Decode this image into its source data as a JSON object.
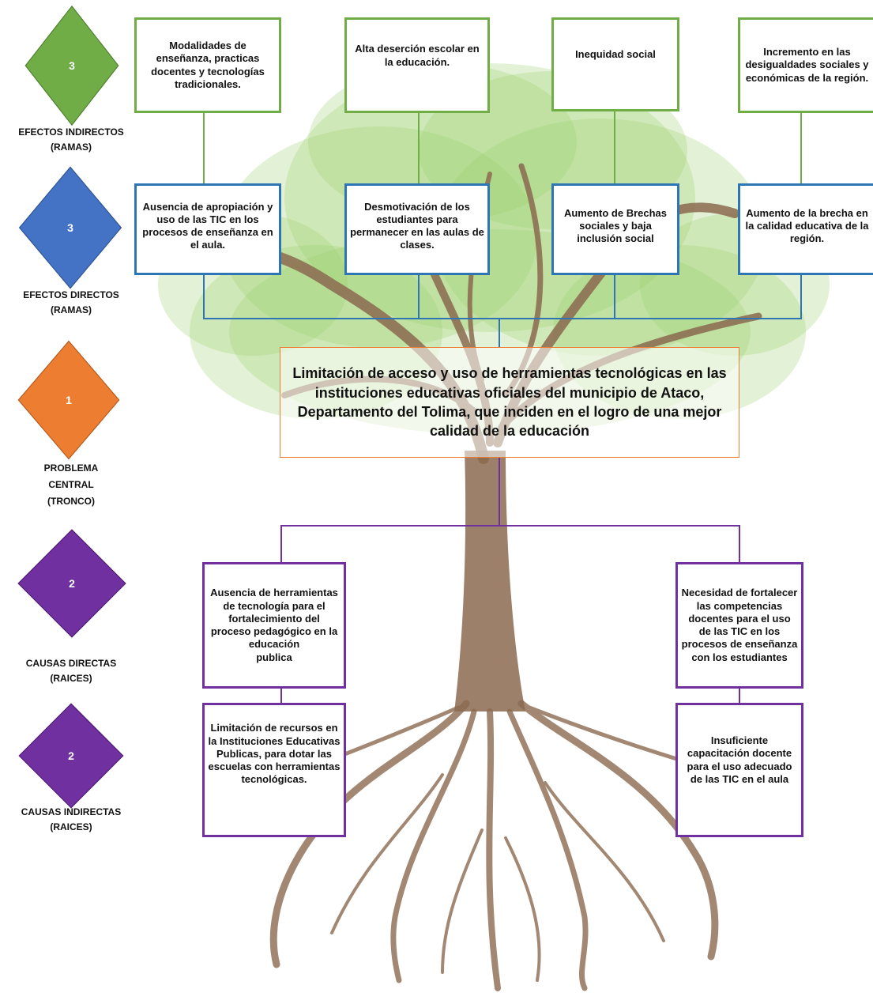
{
  "levels": [
    {
      "number": "3",
      "label_line1": "EFECTOS INDIRECTOS",
      "label_line2": "(RAMAS)",
      "color": "#70ad47"
    },
    {
      "number": "3",
      "label_line1": "EFECTOS DIRECTOS",
      "label_line2": "(RAMAS)",
      "color": "#4472c4"
    },
    {
      "number": "1",
      "label_line1": "PROBLEMA",
      "label_line2": "CENTRAL",
      "label_line3": "(TRONCO)",
      "color": "#ed7d31"
    },
    {
      "number": "2",
      "label_line1": "CAUSAS DIRECTAS",
      "label_line2": "(RAICES)",
      "color": "#7030a0"
    },
    {
      "number": "2",
      "label_line1": "CAUSAS  INDIRECTAS",
      "label_line2": "(RAICES)",
      "color": "#7030a0"
    }
  ],
  "indirect_effects": [
    "Modalidades de enseñanza, practicas docentes y tecnologías tradicionales.",
    "Alta deserción escolar en la educación.",
    "Inequidad social",
    "Incremento en las desigualdades sociales y económicas de la región."
  ],
  "direct_effects": [
    "Ausencia de apropiación y uso de las TIC en los procesos de enseñanza en el aula.",
    "Desmotivación de los estudiantes para permanecer en las aulas de clases.",
    "Aumento de Brechas sociales y baja inclusión social",
    "Aumento de la brecha en la calidad educativa de la región."
  ],
  "central_problem": "Limitación de acceso y uso de herramientas tecnológicas en las instituciones educativas oficiales del municipio de Ataco, Departamento del Tolima, que inciden en el logro de una mejor calidad de la educación",
  "direct_causes": [
    {
      "line1": "Ausencia de herramientas de tecnología para el fortalecimiento del proceso pedagógico en la educación",
      "line2": "publica"
    },
    {
      "line1": "Necesidad de fortalecer las competencias docentes para el uso de las TIC en los procesos de enseñanza con los estudiantes",
      "line2": ""
    }
  ],
  "indirect_causes": [
    "Limitación de recursos en la Instituciones Educativas Publicas, para dotar las escuelas con herramientas tecnológicas.",
    "Insuficiente capacitación docente para el uso adecuado de las TIC en el aula"
  ],
  "colors": {
    "green": "#70ad47",
    "blue": "#2e75b6",
    "orange": "#ed7d31",
    "purple": "#7030a0",
    "trunk": "#8b6a4f",
    "leaf": "#9ccf6a"
  }
}
